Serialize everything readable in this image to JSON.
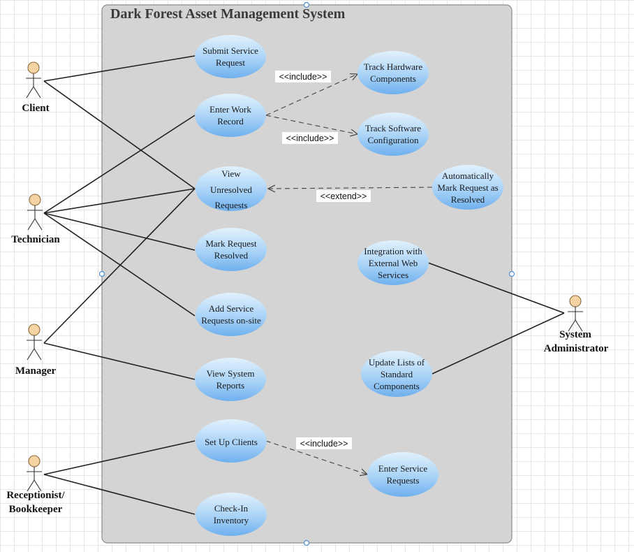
{
  "system": {
    "title": "Dark Forest Asset Management System"
  },
  "actors": {
    "client": "Client",
    "technician": "Technician",
    "manager": "Manager",
    "receptionist_line1": "Receptionist/",
    "receptionist_line2": "Bookkeeper",
    "sysadmin_line1": "System",
    "sysadmin_line2": "Administrator"
  },
  "use_cases": {
    "submit_service_request": [
      "Submit Service",
      "Request"
    ],
    "enter_work_record": [
      "Enter Work",
      "Record"
    ],
    "view_unresolved_requests": [
      "View",
      "Unresolved",
      "Requests"
    ],
    "mark_request_resolved": [
      "Mark Request",
      "Resolved"
    ],
    "add_service_requests_onsite": [
      "Add Service",
      "Requests on-site"
    ],
    "view_system_reports": [
      "View System",
      "Reports"
    ],
    "set_up_clients": [
      "Set Up Clients"
    ],
    "check_in_inventory": [
      "Check-In",
      "Inventory"
    ],
    "track_hardware_components": [
      "Track Hardware",
      "Components"
    ],
    "track_software_configuration": [
      "Track Software",
      "Configuration"
    ],
    "auto_mark_request_resolved": [
      "Automatically",
      "Mark Request as",
      "Resolved"
    ],
    "integration_external_web_services": [
      "Integration with",
      "External Web",
      "Services"
    ],
    "update_lists_standard_components": [
      "Update Lists of",
      "Standard",
      "Components"
    ],
    "enter_service_requests": [
      "Enter Service",
      "Requests"
    ]
  },
  "relationships": {
    "include_hardware": "<<include>>",
    "include_software": "<<include>>",
    "extend_auto_resolve": "<<extend>>",
    "include_enter_service": "<<include>>"
  },
  "colors": {
    "system_fill": "#d4d4d4",
    "system_border": "#8c8c8c",
    "use_case_top": "#d8ecfb",
    "use_case_bottom": "#7fbaf0",
    "actor_head": "#f6d3a3",
    "handle": "#4a90d9"
  }
}
